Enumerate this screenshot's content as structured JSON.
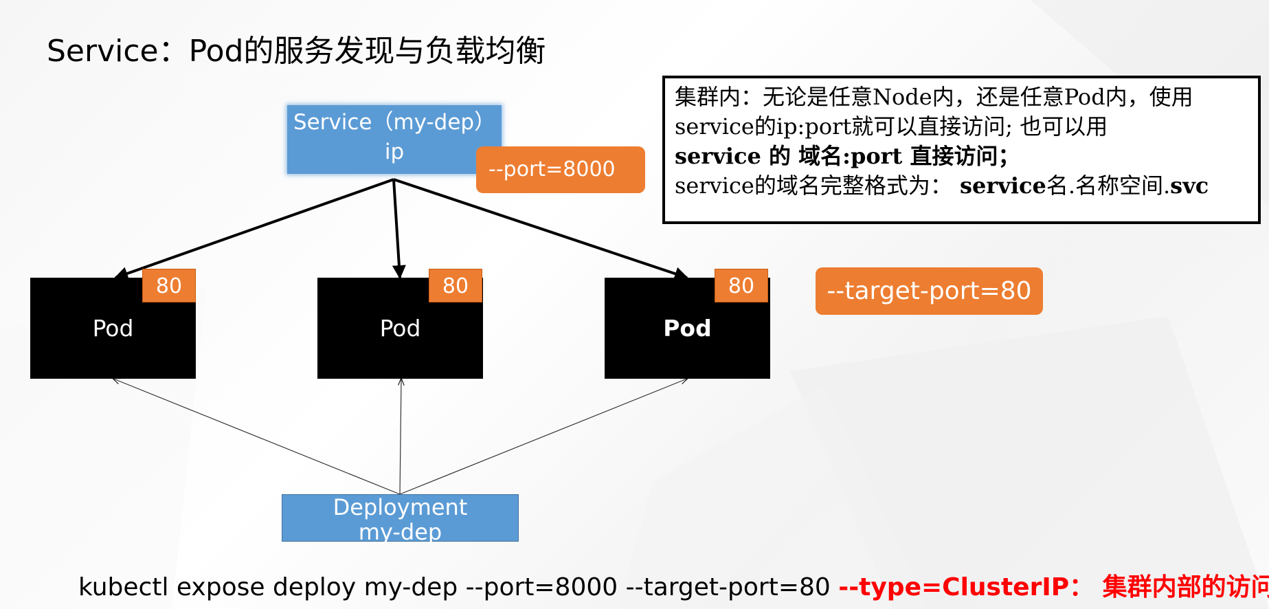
{
  "title": "Service：Pod的服务发现与负载均衡",
  "service": {
    "line1": "Service（my-dep）",
    "line2": "ip"
  },
  "port_tag": "--port=8000",
  "info": {
    "line1": "集群内：无论是任意Node内，还是任意Pod内，使用",
    "line2": "service的ip:port就可以直接访问; 也可以用",
    "line3_a": "service",
    "line3_b": " 的 域名",
    "line3_c": ":port",
    "line3_d": " 直接访问；",
    "line4_a": "service的域名完整格式为：",
    "line4_b": " service",
    "line4_c": "名.名称空间.",
    "line4_d": "svc"
  },
  "pods": [
    {
      "label": "Pod",
      "port": "80"
    },
    {
      "label": "Pod",
      "port": "80"
    },
    {
      "label": "Pod",
      "port": "80"
    }
  ],
  "target_port_tag": "--target-port=80",
  "deployment": {
    "line1": "Deployment",
    "line2": "my-dep"
  },
  "command": {
    "main": "kubectl expose deploy my-dep --port=8000 --target-port=80 ",
    "highlight": "--type=ClusterIP：  集群内部的访问"
  },
  "colors": {
    "service_blue": "#5b9bd5",
    "port_orange": "#ed7d31",
    "pod_black": "#000000",
    "highlight_red": "#ff0000"
  }
}
